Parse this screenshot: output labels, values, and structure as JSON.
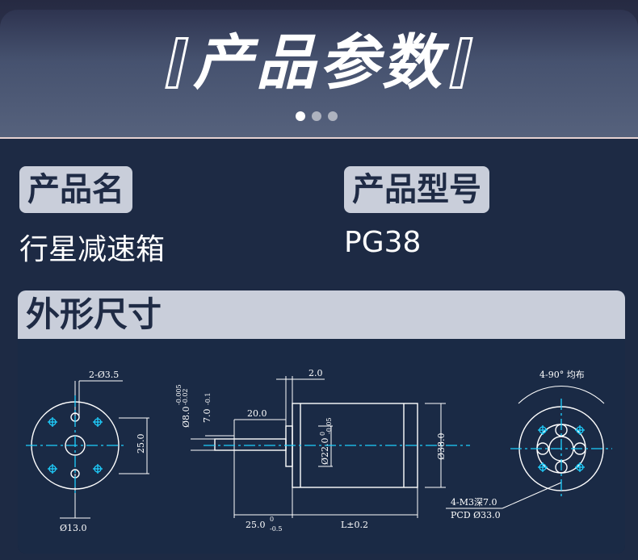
{
  "header": {
    "title": "产品参数",
    "pager": [
      true,
      false,
      false
    ]
  },
  "product_name": {
    "label": "产品名",
    "value": "行星减速箱"
  },
  "product_model": {
    "label": "产品型号",
    "value": "PG38"
  },
  "dimensions": {
    "title": "外形尺寸",
    "front_view": {
      "holes_label": "2-Ø3.5",
      "height_label": "25.0",
      "diameter_label": "Ø13.0"
    },
    "side_view": {
      "shaft_dia": "Ø8.0",
      "shaft_tol_top": "-0.005",
      "shaft_tol_bottom": "-0.02",
      "flat_label": "7.0",
      "flat_tol": "-0.1",
      "shaft_length": "20.0",
      "step_label": "2.0",
      "boss_dia": "Ø22.0",
      "boss_tol": "-0.05",
      "boss_tol_zero": "0",
      "body_dia": "Ø38.0",
      "shaft_total": "25.0",
      "shaft_total_tol_top": "0",
      "shaft_total_tol_bottom": "-0.5",
      "body_length": "L±0.2"
    },
    "rear_view": {
      "angle_label": "4-90° 均布",
      "thread_label": "4-M3深7.0",
      "pcd_label": "PCD Ø33.0"
    }
  },
  "colors": {
    "background": "#1d2a44",
    "label_box": "#c9ceda",
    "centerline": "#1fd0ff",
    "outline": "#ffffff"
  }
}
